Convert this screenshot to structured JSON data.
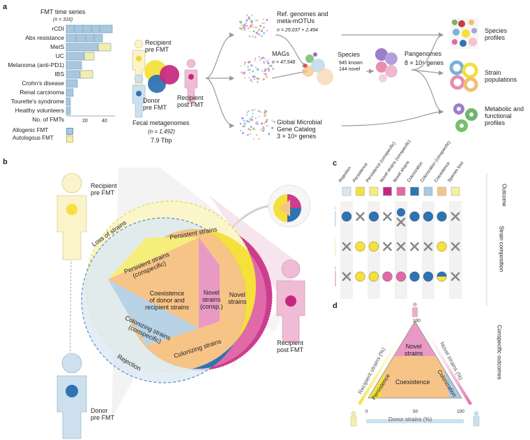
{
  "panel_a": {
    "label": "a",
    "timeseries_title": "FMT time series",
    "timeseries_n": "(n = 316)",
    "bar_rows": [
      "rCDI",
      "Abx resistance",
      "MetS",
      "UC",
      "Melanoma (anti-PD1)",
      "IBS",
      "Crohn's disease",
      "Renal carcinoma",
      "Tourette's syndrome",
      "Healthy volunteers",
      "No. of FMTs"
    ],
    "axis_ticks": [
      "20",
      "40"
    ],
    "legend": [
      "Allogenic FMT",
      "Autologous FMT"
    ],
    "recipient_pre": "Recipient\npre FMT",
    "donor_pre": "Donor\npre FMT",
    "recipient_post": "Recipient\npost FMT",
    "fecal_title": "Fecal metagenomes",
    "fecal_n": "(n = 1,492)",
    "fecal_size": "7.9 Tbp",
    "ref_genomes": "Ref. genomes and\nmeta-mOTUs",
    "ref_n": "n = 25,037 + 2,494",
    "mags": "MAGs",
    "mags_n": "n = 47,548",
    "gene_catalog": "Global Microbial\nGene Catalog\n3 × 10⁸ genes",
    "species": "Species",
    "species_known": "945 known",
    "species_novel": "144 novel",
    "pangenomes": "Pangenomes",
    "pangenomes_n": "8 × 10⁶ genes",
    "species_profiles": "Species\nprofiles",
    "strain_populations": "Strain\npopulations",
    "metabolic_profiles": "Metabolic and\nfunctional\nprofiles"
  },
  "panel_b": {
    "label": "b",
    "recipient_pre": "Recipient\npre FMT",
    "donor_pre": "Donor\npre FMT",
    "recipient_post": "Recipient\npost FMT",
    "loss": "Loss of strains",
    "persistent": "Persistent strains",
    "persistent_consp": "Persistent strains\n(conspecific)",
    "coexistence": "Coexistence\nof donor and\nrecipient strains",
    "novel_consp": "Novel\nstrains\n(consp.)",
    "novel": "Novel\nstrains",
    "colonizing_consp": "Colonizing strains\n(conspecific)",
    "colonizing": "Colonizing strains",
    "rejection": "Rejection"
  },
  "panel_c": {
    "label": "c",
    "columns": [
      "Rejection",
      "Persistence",
      "Persistence\n(conspecific)",
      "Novel strains\n(conspecific)",
      "Novel strains",
      "Colonization",
      "Colonization\n(conspecific)",
      "Coexistence",
      "Species loss"
    ],
    "outcome_colors": [
      "#dbe8f3",
      "#f5e03c",
      "#f5ee7a",
      "#c5277f",
      "#e06aa8",
      "#2e73b3",
      "#a8cbe0",
      "#f7c487",
      "#f5f0a0"
    ],
    "side_outcome": "Outcome",
    "side_strain": "Strain composition",
    "row_donor": [
      "blue",
      "x",
      "blue",
      "x",
      "blue+x",
      "blue",
      "blue",
      "blue",
      "x"
    ],
    "row_recipient": [
      "x",
      "yellow",
      "yellow",
      "x",
      "x",
      "x",
      "x",
      "yellow",
      "x"
    ],
    "row_post": [
      "x",
      "yellow",
      "yellow",
      "pink",
      "pink",
      "blue",
      "blue",
      "half",
      "x"
    ]
  },
  "panel_d": {
    "label": "d",
    "side": "Conspecific outcomes",
    "top_tick": "100",
    "novel": "Novel\nstrains",
    "coexistence": "Coexistence",
    "persistence": "Persistence",
    "colonization": "Colonization",
    "recipient_axis": "Recipient strains (%)",
    "novel_axis": "Novel strains (%)",
    "donor_axis": "Donor strains (%)",
    "ticks": [
      "0",
      "50",
      "100"
    ]
  },
  "colors": {
    "pink": "#cc3d8f",
    "magenta": "#c5277f",
    "yellow": "#f5e03c",
    "blue": "#2e73b3",
    "lightblue": "#a8cbe0",
    "peach": "#f7c487"
  }
}
